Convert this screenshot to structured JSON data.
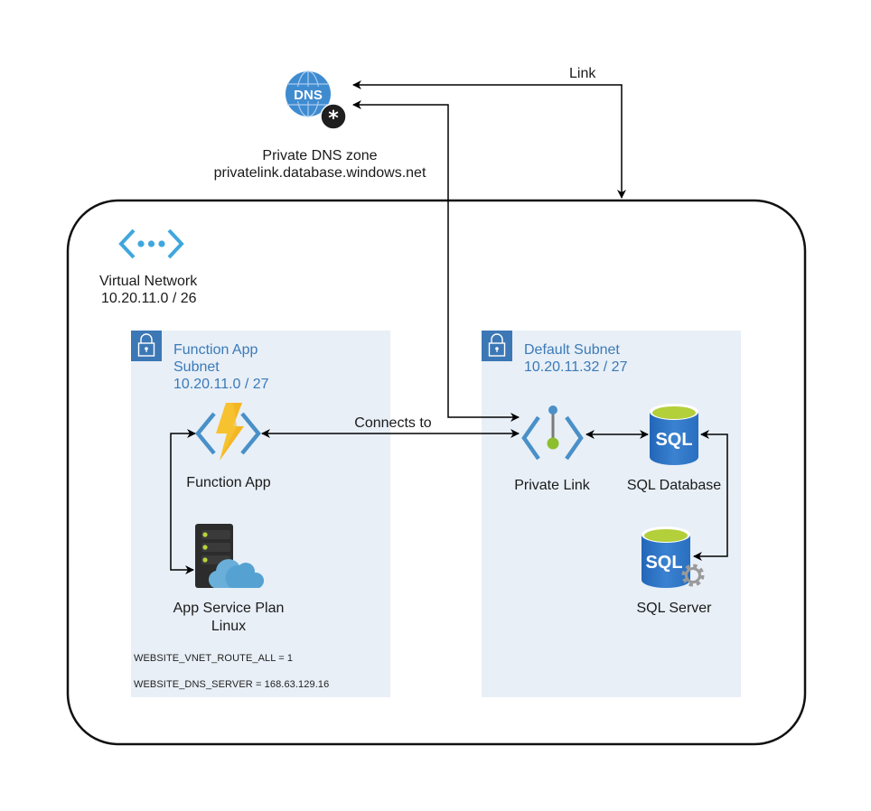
{
  "diagram": {
    "dns_zone": {
      "icon": "dns-zone-icon",
      "title": "Private DNS zone",
      "zone_name": "privatelink.database.windows.net",
      "badge_glyph": "*"
    },
    "link_label": "Link",
    "vnet": {
      "icon": "virtual-network-icon",
      "title": "Virtual Network",
      "cidr": "10.20.11.0 / 26"
    },
    "function_subnet": {
      "icon": "lock-icon",
      "title_line1": "Function App",
      "title_line2": "Subnet",
      "cidr": "10.20.11.0 / 27",
      "function_app_label": "Function App",
      "app_service_plan_label_line1": "App Service Plan",
      "app_service_plan_label_line2": "Linux",
      "settings": [
        "WEBSITE_VNET_ROUTE_ALL  =  1",
        "WEBSITE_DNS_SERVER  =  168.63.129.16"
      ]
    },
    "default_subnet": {
      "icon": "lock-icon",
      "title": "Default Subnet",
      "cidr": "10.20.11.32 / 27",
      "private_link_label": "Private Link",
      "sql_database_label": "SQL Database",
      "sql_server_label": "SQL Server",
      "sql_glyph": "SQL"
    },
    "connects_to_label": "Connects to"
  },
  "colors": {
    "subnet_fill": "#e8eff7",
    "lock_box": "#3c78b5",
    "subnet_text": "#3b7ab8",
    "azure_blue": "#3f8bd0",
    "sql_blue": "#2a6fbf",
    "sql_top": "#b3cf3a",
    "bolt_yellow": "#f7c230",
    "vnet_cyan": "#3fa7dd",
    "line": "#000000"
  }
}
